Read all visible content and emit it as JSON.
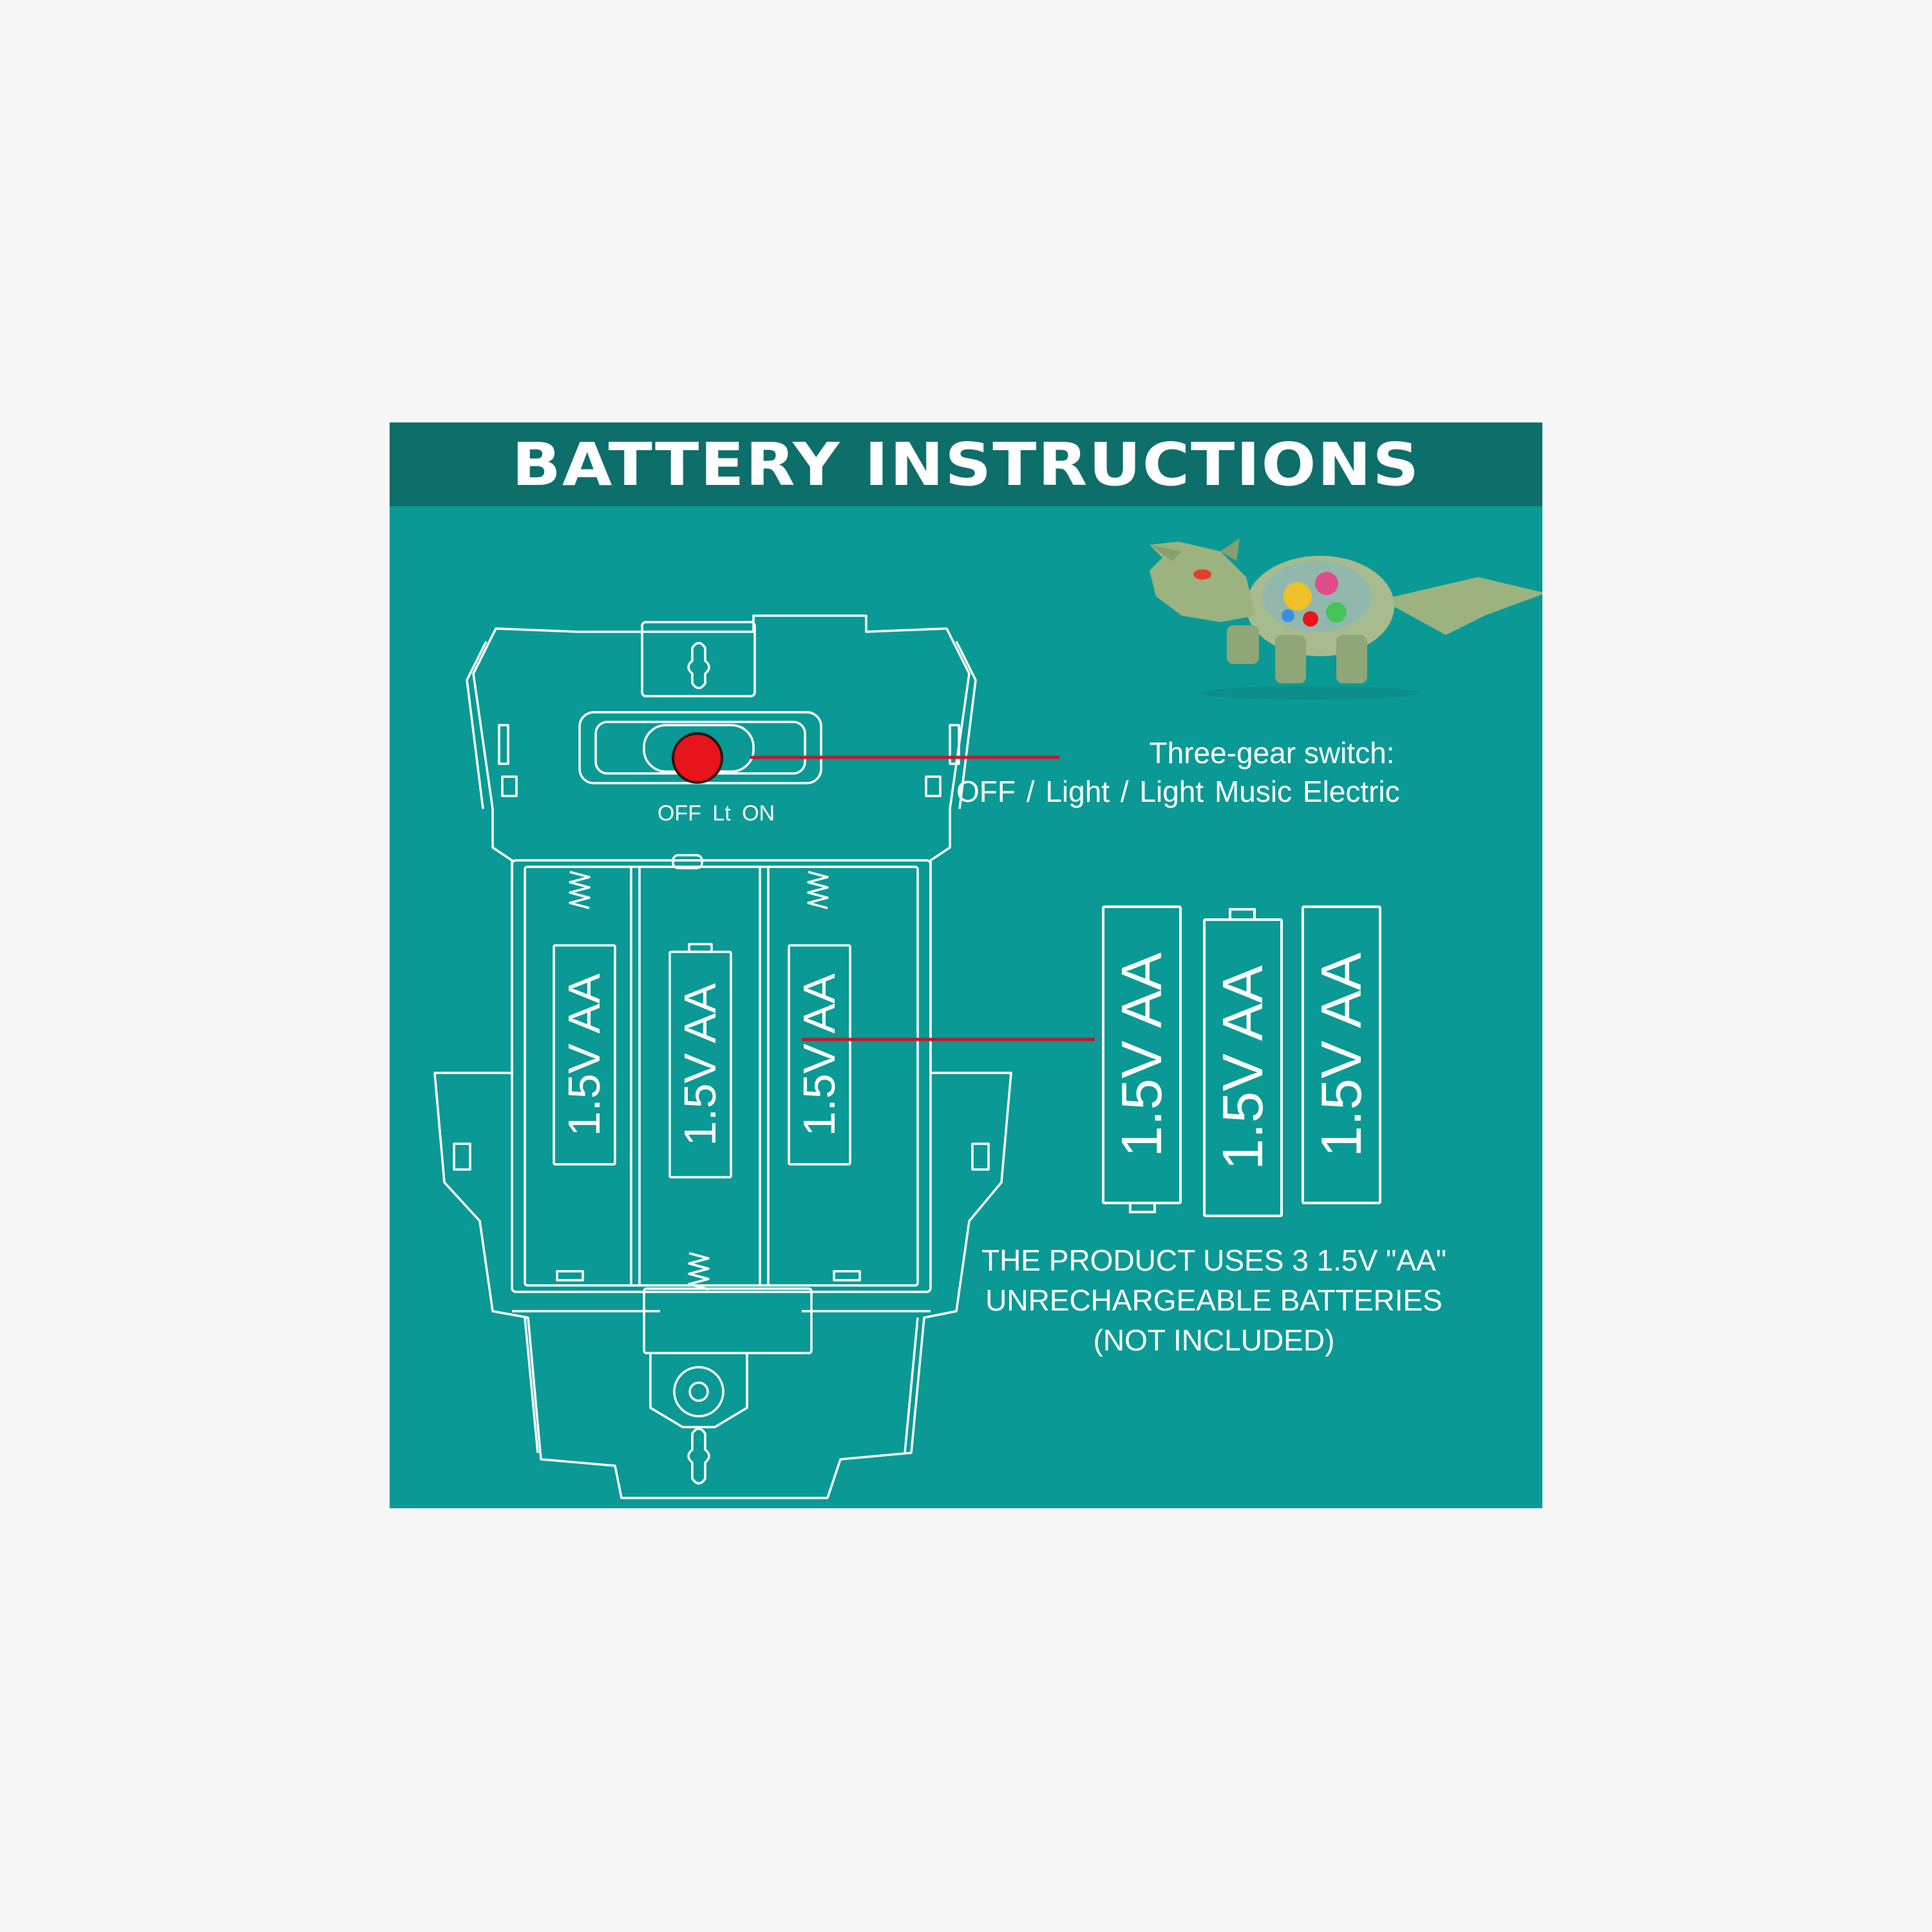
{
  "header": {
    "title": "BATTERY INSTRUCTIONS"
  },
  "switch": {
    "title": "Three-gear switch:",
    "modes": "OFF  /  Light  /  Light Music Electric",
    "position_labels": "OFF Lt ON"
  },
  "compartment": {
    "battery_labels": [
      "1.5V AA",
      "1.5V AA",
      "1.5V AA"
    ]
  },
  "loose_batteries": {
    "labels": [
      "1.5V AA",
      "1.5V AA",
      "1.5V AA"
    ]
  },
  "note": {
    "line1": "THE PRODUCT USES 3 1.5V \"AA\"",
    "line2": "UNRECHARGEABLE BATTERIES",
    "line3": "(NOT INCLUDED)"
  },
  "colors": {
    "background": "#f7f7f7",
    "panel": "#0a9994",
    "header": "#0d6e6a",
    "line": "#ffffff",
    "switch_knob": "#e8141b",
    "leader": "#c8152a",
    "toy": "#9cb380"
  }
}
